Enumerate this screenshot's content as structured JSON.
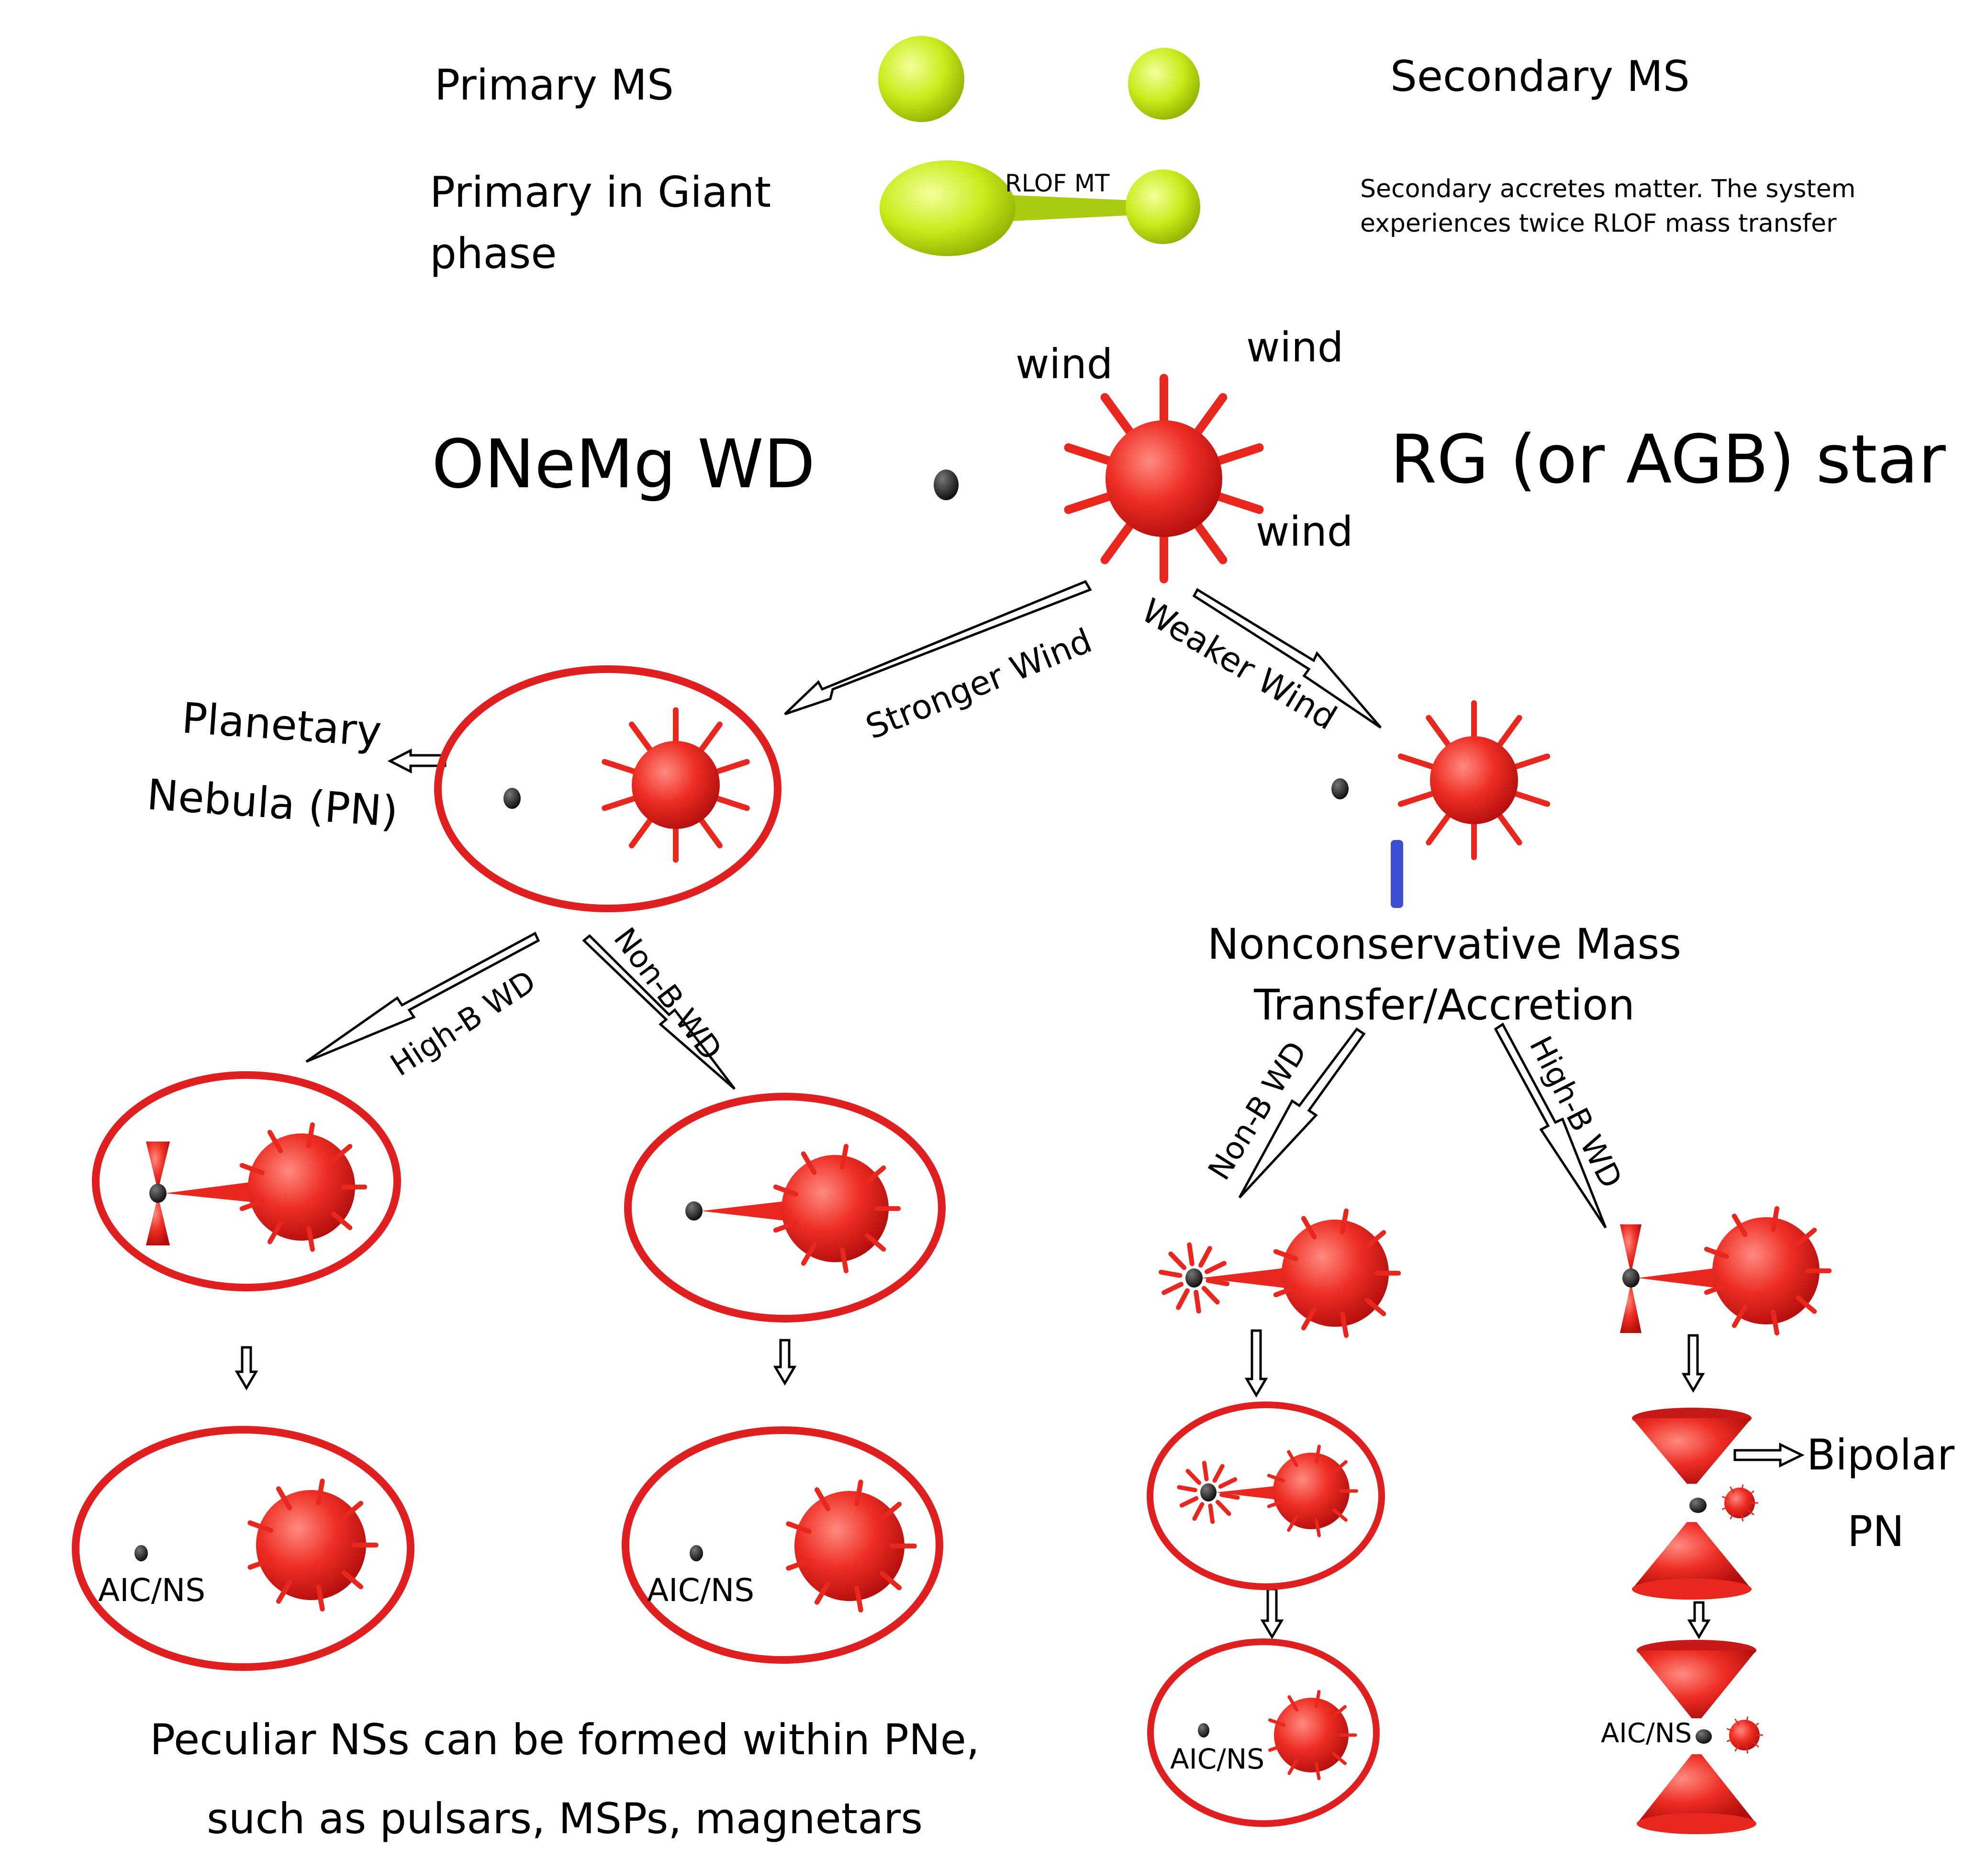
{
  "labels": {
    "primary_ms": "Primary MS",
    "secondary_ms": "Secondary MS",
    "primary_giant_line1": "Primary in Giant",
    "primary_giant_line2": "phase",
    "rlof_mt": "RLOF MT",
    "secondary_accretes_line1": "Secondary accretes matter. The system",
    "secondary_accretes_line2": "experiences twice RLOF mass transfer",
    "wind": "wind",
    "onemg_wd": "ONeMg WD",
    "rg_agb": "RG (or AGB) star",
    "stronger_wind": "Stronger Wind",
    "weaker_wind": "Weaker Wind",
    "pn_line1": "Planetary",
    "pn_line2": "Nebula (PN)",
    "high_b_wd": "High-B WD",
    "non_b_wd": "Non-B WD",
    "nonconservative_line1": "Nonconservative Mass",
    "nonconservative_line2": "Transfer/Accretion",
    "aic_ns": "AIC/NS",
    "bipolar_line1": "Bipolar",
    "bipolar_line2": "PN",
    "peculiar_line1": "Peculiar NSs can be formed within PNe,",
    "peculiar_line2": "such as pulsars, MSPs, magnetars"
  },
  "colors": {
    "ms_star": "#c8ec1c",
    "giant_star": "#e8281e",
    "nebula_ring": "#e02020",
    "white_dwarf": "#222222",
    "accretion_bar": "#3b4fd0"
  }
}
